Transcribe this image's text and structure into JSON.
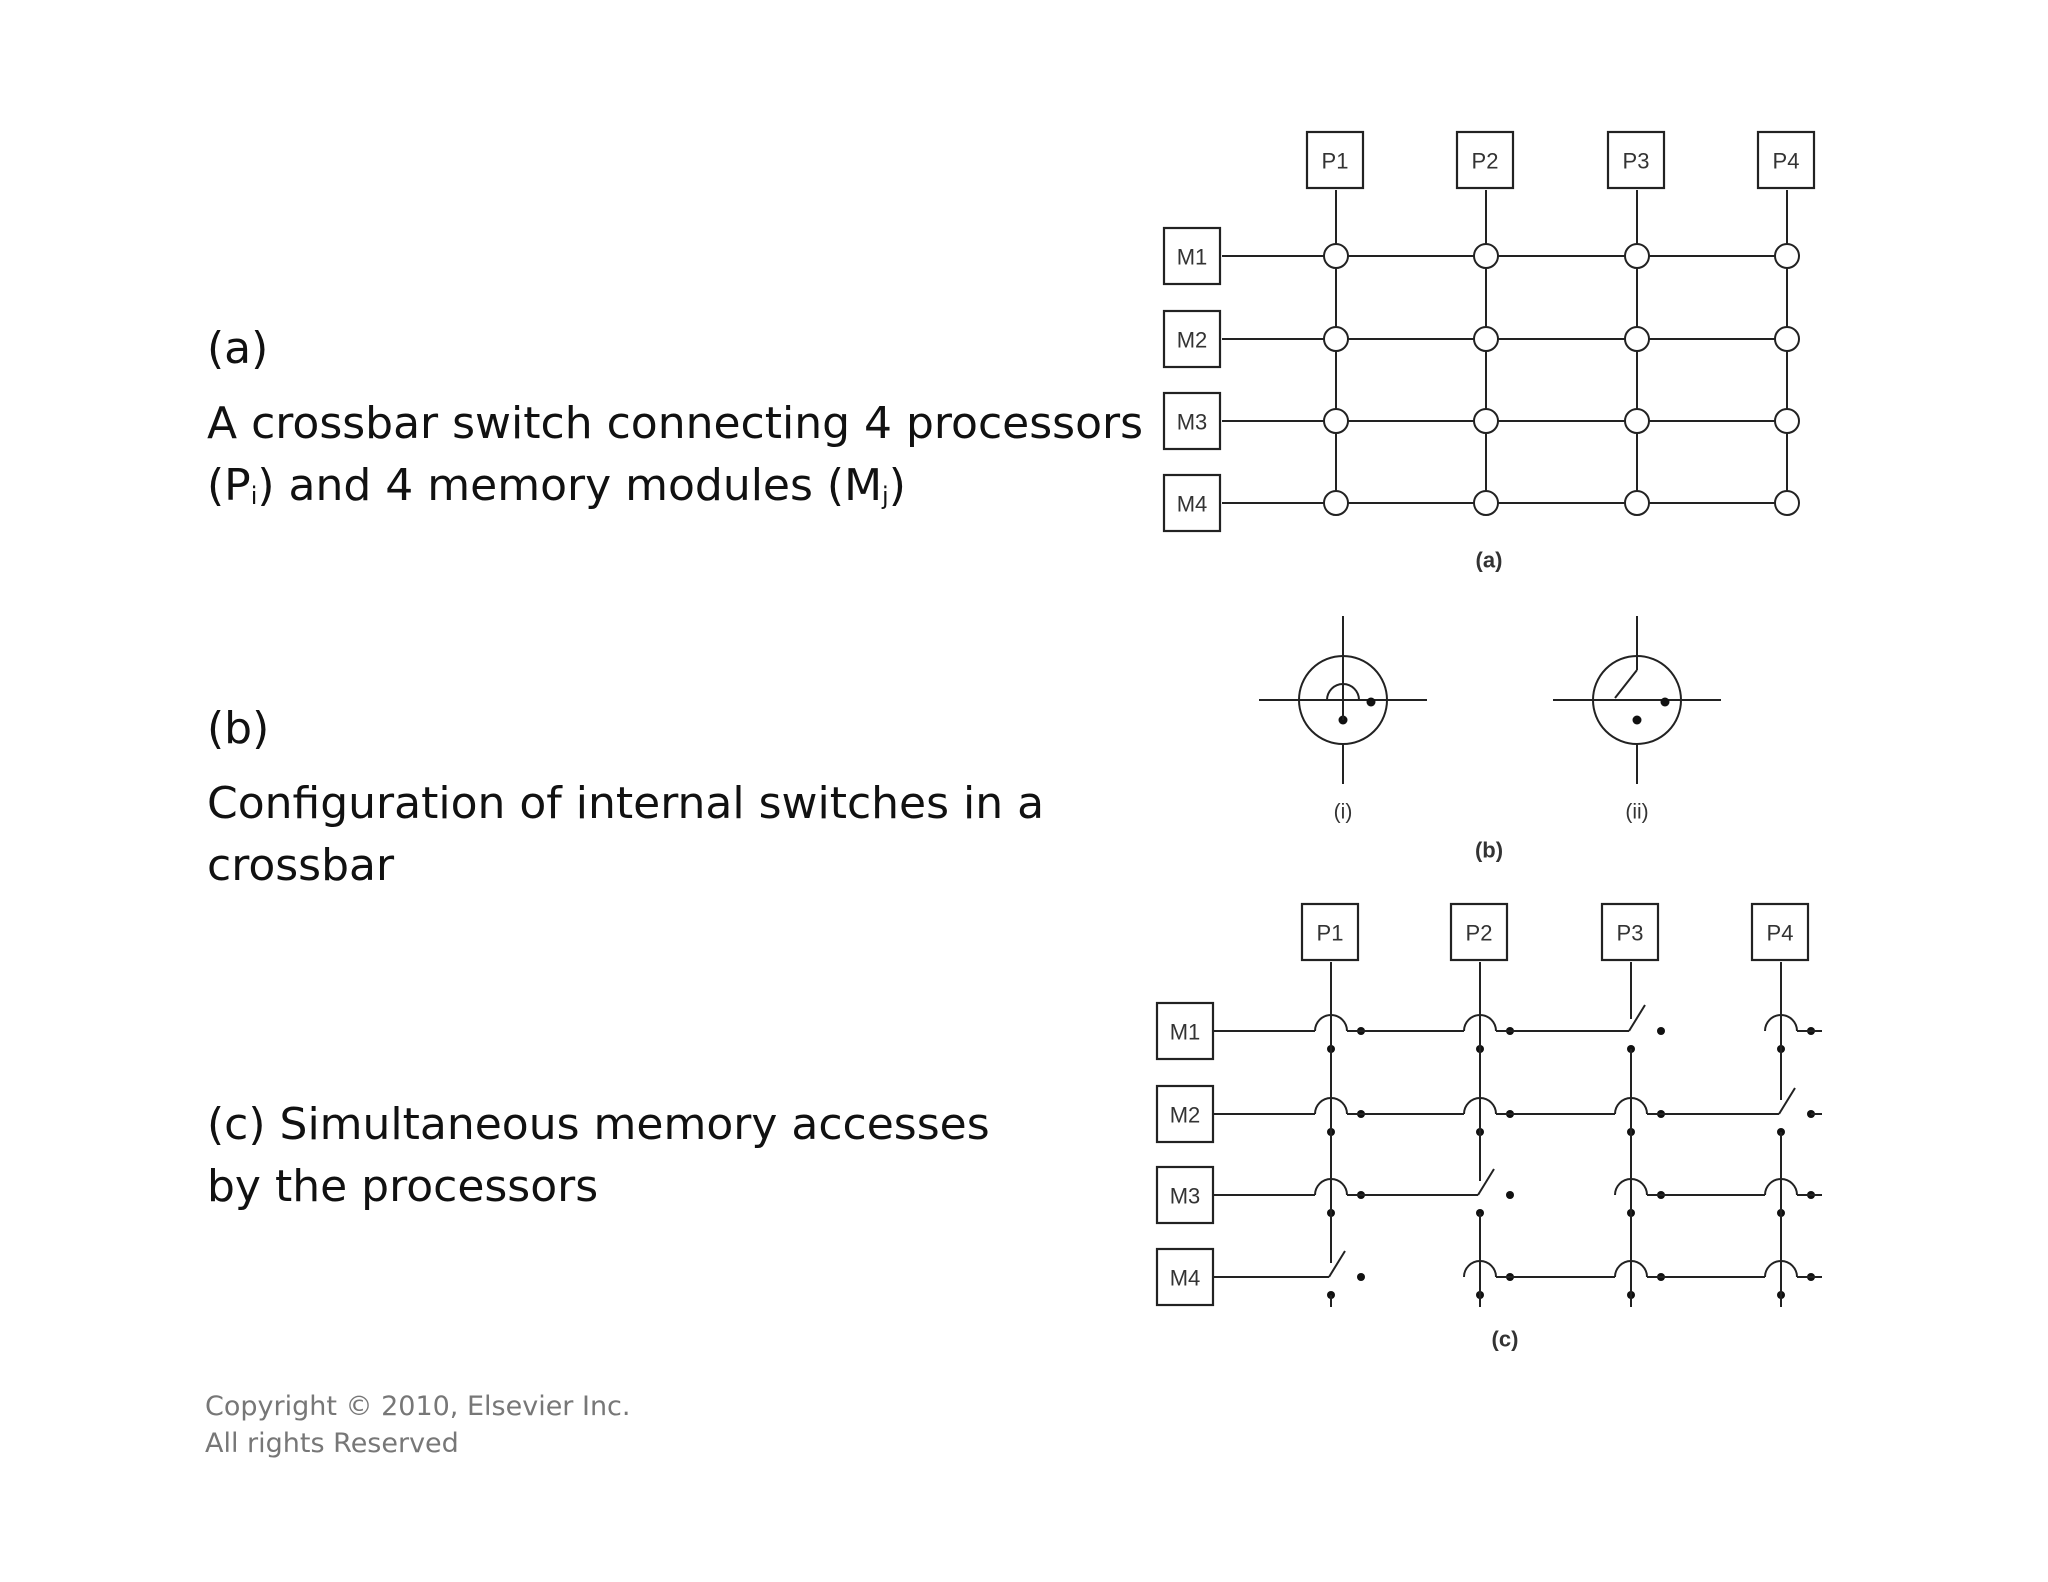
{
  "text": {
    "a_label": "(a)",
    "a_line1": "A crossbar switch connecting 4 processors",
    "a_line2_prefix": "(P",
    "a_line2_sub_i": "i",
    "a_line2_mid": ") and 4 memory modules (M",
    "a_line2_sub_j": "j",
    "a_line2_suffix": ")",
    "b_label": "(b)",
    "b_line1": "Configuration of internal switches in a",
    "b_line2": "crossbar",
    "c_line1": "(c) Simultaneous memory accesses",
    "c_line2": "by the processors"
  },
  "copyright": {
    "line1": "Copyright © 2010, Elsevier Inc.",
    "line2": "All rights Reserved"
  },
  "figure": {
    "processors": [
      "P1",
      "P2",
      "P3",
      "P4"
    ],
    "memories": [
      "M1",
      "M2",
      "M3",
      "M4"
    ],
    "caption_a": "(a)",
    "caption_b": "(b)",
    "caption_b_i": "(i)",
    "caption_b_ii": "(ii)",
    "caption_c": "(c)",
    "switch_states_c": [
      [
        "bridge",
        "bridge",
        "turn",
        "bridge"
      ],
      [
        "bridge",
        "bridge",
        "bridge",
        "turn"
      ],
      [
        "bridge",
        "turn",
        "bridge",
        "bridge"
      ],
      [
        "turn",
        "bridge",
        "bridge",
        "bridge"
      ]
    ],
    "line_color": "#222222"
  }
}
